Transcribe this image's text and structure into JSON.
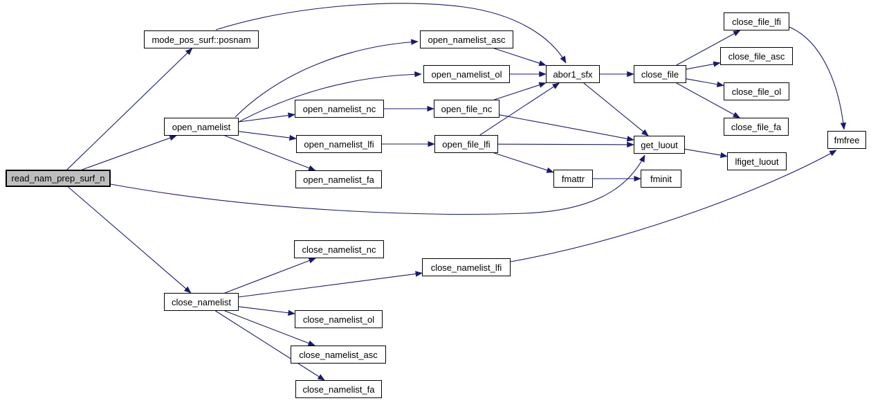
{
  "diagram": {
    "type": "call-graph",
    "focus_node": "read_nam_prep_surf_n",
    "colors": {
      "edge_color": "#191970",
      "node_border": "#000000",
      "node_fill": "#ffffff",
      "focus_fill": "#bebebe",
      "text_color": "#000000",
      "background": "#ffffff"
    },
    "nodes": [
      {
        "id": "read_nam_prep_surf_n",
        "label": "read_nam_prep_surf_n",
        "focus": true
      },
      {
        "id": "mode_pos_surf_posnam",
        "label": "mode_pos_surf::posnam",
        "focus": false
      },
      {
        "id": "open_namelist",
        "label": "open_namelist",
        "focus": false
      },
      {
        "id": "open_namelist_asc",
        "label": "open_namelist_asc",
        "focus": false
      },
      {
        "id": "open_namelist_ol",
        "label": "open_namelist_ol",
        "focus": false
      },
      {
        "id": "open_namelist_nc",
        "label": "open_namelist_nc",
        "focus": false
      },
      {
        "id": "open_namelist_lfi",
        "label": "open_namelist_lfi",
        "focus": false
      },
      {
        "id": "open_namelist_fa",
        "label": "open_namelist_fa",
        "focus": false
      },
      {
        "id": "open_file_nc",
        "label": "open_file_nc",
        "focus": false
      },
      {
        "id": "open_file_lfi",
        "label": "open_file_lfi",
        "focus": false
      },
      {
        "id": "abor1_sfx",
        "label": "abor1_sfx",
        "focus": false
      },
      {
        "id": "close_file",
        "label": "close_file",
        "focus": false
      },
      {
        "id": "close_file_lfi",
        "label": "close_file_lfi",
        "focus": false
      },
      {
        "id": "close_file_asc",
        "label": "close_file_asc",
        "focus": false
      },
      {
        "id": "close_file_ol",
        "label": "close_file_ol",
        "focus": false
      },
      {
        "id": "close_file_fa",
        "label": "close_file_fa",
        "focus": false
      },
      {
        "id": "fmfree",
        "label": "fmfree",
        "focus": false
      },
      {
        "id": "get_luout",
        "label": "get_luout",
        "focus": false
      },
      {
        "id": "lfiget_luout",
        "label": "lfiget_luout",
        "focus": false
      },
      {
        "id": "fmattr",
        "label": "fmattr",
        "focus": false
      },
      {
        "id": "fminit",
        "label": "fminit",
        "focus": false
      },
      {
        "id": "close_namelist",
        "label": "close_namelist",
        "focus": false
      },
      {
        "id": "close_namelist_nc",
        "label": "close_namelist_nc",
        "focus": false
      },
      {
        "id": "close_namelist_lfi",
        "label": "close_namelist_lfi",
        "focus": false
      },
      {
        "id": "close_namelist_ol",
        "label": "close_namelist_ol",
        "focus": false
      },
      {
        "id": "close_namelist_asc",
        "label": "close_namelist_asc",
        "focus": false
      },
      {
        "id": "close_namelist_fa",
        "label": "close_namelist_fa",
        "focus": false
      }
    ],
    "edges": [
      {
        "from": "read_nam_prep_surf_n",
        "to": "mode_pos_surf_posnam"
      },
      {
        "from": "read_nam_prep_surf_n",
        "to": "open_namelist"
      },
      {
        "from": "read_nam_prep_surf_n",
        "to": "close_namelist"
      },
      {
        "from": "read_nam_prep_surf_n",
        "to": "get_luout"
      },
      {
        "from": "mode_pos_surf_posnam",
        "to": "abor1_sfx"
      },
      {
        "from": "open_namelist",
        "to": "open_namelist_asc"
      },
      {
        "from": "open_namelist",
        "to": "open_namelist_ol"
      },
      {
        "from": "open_namelist",
        "to": "open_namelist_nc"
      },
      {
        "from": "open_namelist",
        "to": "open_namelist_lfi"
      },
      {
        "from": "open_namelist",
        "to": "open_namelist_fa"
      },
      {
        "from": "open_namelist_asc",
        "to": "abor1_sfx"
      },
      {
        "from": "open_namelist_ol",
        "to": "abor1_sfx"
      },
      {
        "from": "open_namelist_nc",
        "to": "open_file_nc"
      },
      {
        "from": "open_namelist_lfi",
        "to": "open_file_lfi"
      },
      {
        "from": "open_file_nc",
        "to": "abor1_sfx"
      },
      {
        "from": "open_file_nc",
        "to": "get_luout"
      },
      {
        "from": "open_file_lfi",
        "to": "abor1_sfx"
      },
      {
        "from": "open_file_lfi",
        "to": "get_luout"
      },
      {
        "from": "open_file_lfi",
        "to": "fmattr"
      },
      {
        "from": "abor1_sfx",
        "to": "close_file"
      },
      {
        "from": "abor1_sfx",
        "to": "get_luout"
      },
      {
        "from": "close_file",
        "to": "close_file_lfi"
      },
      {
        "from": "close_file",
        "to": "close_file_asc"
      },
      {
        "from": "close_file",
        "to": "close_file_ol"
      },
      {
        "from": "close_file",
        "to": "close_file_fa"
      },
      {
        "from": "close_file_lfi",
        "to": "fmfree"
      },
      {
        "from": "get_luout",
        "to": "lfiget_luout"
      },
      {
        "from": "fmattr",
        "to": "fminit"
      },
      {
        "from": "close_namelist",
        "to": "close_namelist_nc"
      },
      {
        "from": "close_namelist",
        "to": "close_namelist_lfi"
      },
      {
        "from": "close_namelist",
        "to": "close_namelist_ol"
      },
      {
        "from": "close_namelist",
        "to": "close_namelist_asc"
      },
      {
        "from": "close_namelist",
        "to": "close_namelist_fa"
      },
      {
        "from": "close_namelist_lfi",
        "to": "fmfree"
      }
    ]
  }
}
